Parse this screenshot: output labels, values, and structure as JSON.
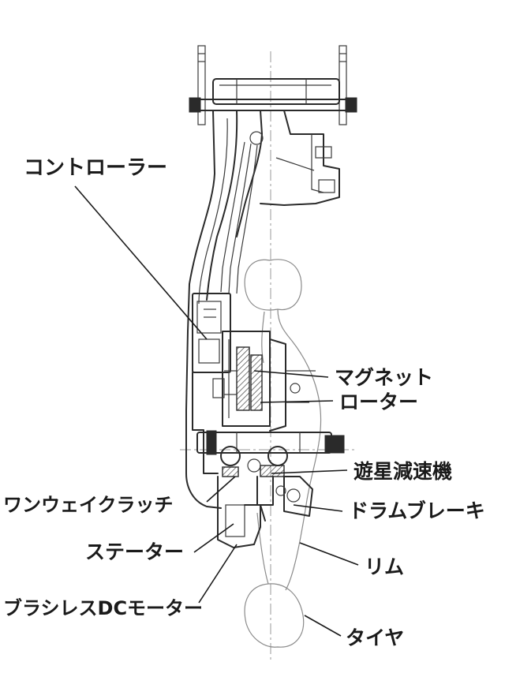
{
  "labels": {
    "controller": "コントローラー",
    "magnet": "マグネット",
    "rotor": "ローター",
    "planetary_reducer": "遊星減速機",
    "one_way_clutch": "ワンウェイクラッチ",
    "drum_brake": "ドラムブレーキ",
    "stator": "ステーター",
    "rim": "リム",
    "brushless_dc_motor": "ブラシレスDCモーター",
    "tire": "タイヤ"
  }
}
